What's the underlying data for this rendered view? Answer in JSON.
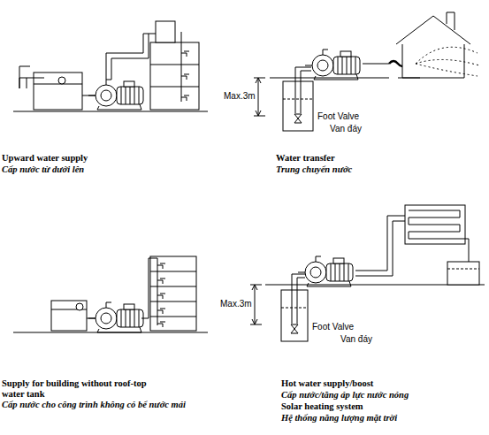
{
  "diagram": {
    "labels": [
      "Upward water supply",
      "Cấp nước từ dưới lên",
      "Max.3m",
      "Foot Valve",
      "Van đáy",
      "Water transfer",
      "Trung chuyển nước",
      "Max.3m",
      "Foot Valve",
      "Van đáy",
      "Supply for building without roof-top water tank",
      "Cấp nước cho công trình không có bể nước mái",
      "Hot water supply/boost",
      "Cấp nước/tăng áp lực nước nóng",
      "Solar heating system",
      "Hệ thống năng lượng mặt trời"
    ]
  }
}
